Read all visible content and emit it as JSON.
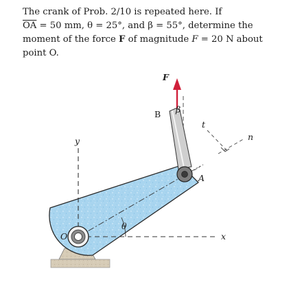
{
  "problem": {
    "line1": "The crank of Prob. 2/10 is repeated here. If",
    "line2_oa": "OA",
    "line2_rest": " = 50 mm, θ = 25°, and β = 55°, determine the",
    "line3_a": "moment of the force ",
    "line3_f": "F",
    "line3_b": " of magnitude ",
    "line3_fi": "F",
    "line3_c": " = 20 N about",
    "line4": "point O."
  },
  "figure": {
    "labels": {
      "force": "F",
      "beta_left": "B",
      "beta_right": "β",
      "point_a": "A",
      "point_o": "O",
      "axis_x": "x",
      "axis_y": "y",
      "axis_t": "t",
      "axis_n": "n",
      "theta": "θ"
    },
    "colors": {
      "crank_fill": "#a9d5ef",
      "crank_edge": "#2a2a2a",
      "force_arrow": "#d0203a",
      "rod": "#c8c8c8",
      "support": "#d6cbb6"
    }
  }
}
